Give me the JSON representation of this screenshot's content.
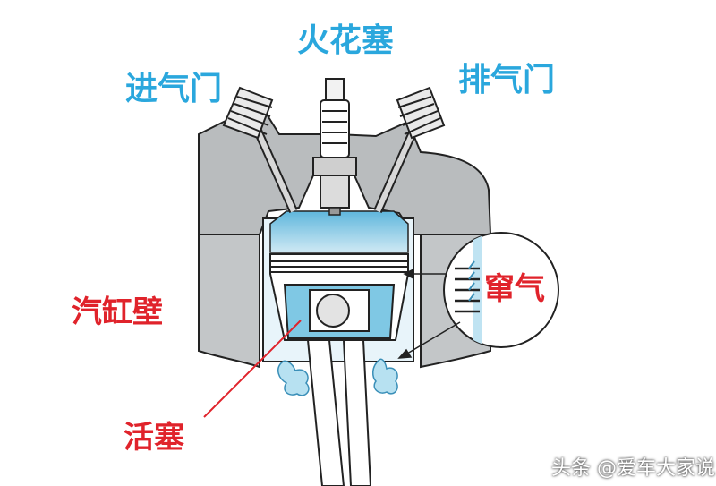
{
  "labels": {
    "spark_plug": "火花塞",
    "intake_valve": "进气门",
    "exhaust_valve": "排气门",
    "cylinder_wall": "汽缸壁",
    "piston": "活塞",
    "blow_by": "窜气"
  },
  "watermark": "头条 @爱车大家说",
  "colors": {
    "label_blue": "#2aa7dd",
    "label_red": "#e0232b",
    "engine_grey": "#b9bcbe",
    "chamber_blue": "#7fc8e4"
  }
}
